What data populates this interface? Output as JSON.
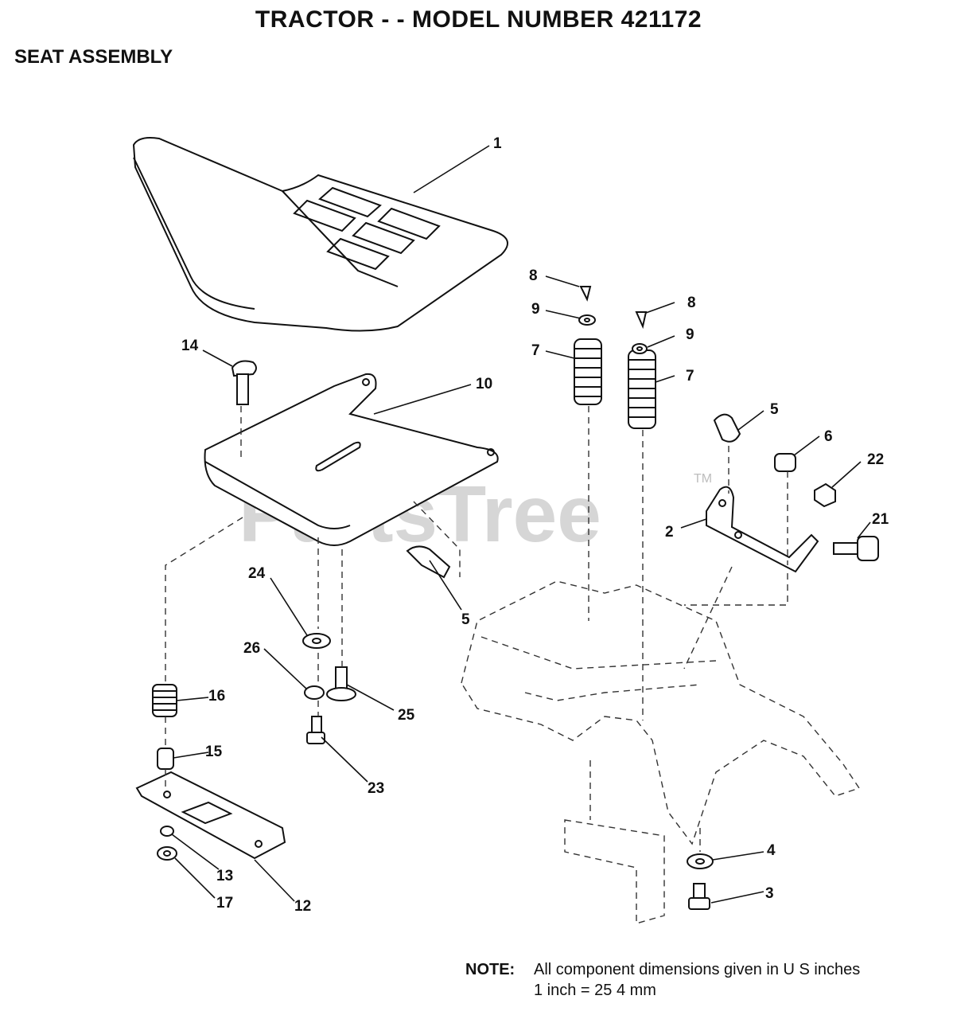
{
  "header": {
    "title": "TRACTOR - - MODEL NUMBER 421172",
    "subtitle": "SEAT ASSEMBLY"
  },
  "watermark": {
    "text": "PartsTree",
    "tm": "TM"
  },
  "callouts": {
    "c1": "1",
    "c2": "2",
    "c3": "3",
    "c4": "4",
    "c5a": "5",
    "c5b": "5",
    "c6": "6",
    "c7a": "7",
    "c7b": "7",
    "c8a": "8",
    "c8b": "8",
    "c9a": "9",
    "c9b": "9",
    "c10": "10",
    "c12": "12",
    "c13": "13",
    "c14": "14",
    "c15": "15",
    "c16": "16",
    "c17": "17",
    "c21": "21",
    "c22": "22",
    "c23": "23",
    "c24": "24",
    "c25": "25",
    "c26": "26"
  },
  "note": {
    "label": "NOTE:",
    "line1": "All component dimensions given in U S  inches",
    "line2": "1 inch = 25 4 mm"
  }
}
